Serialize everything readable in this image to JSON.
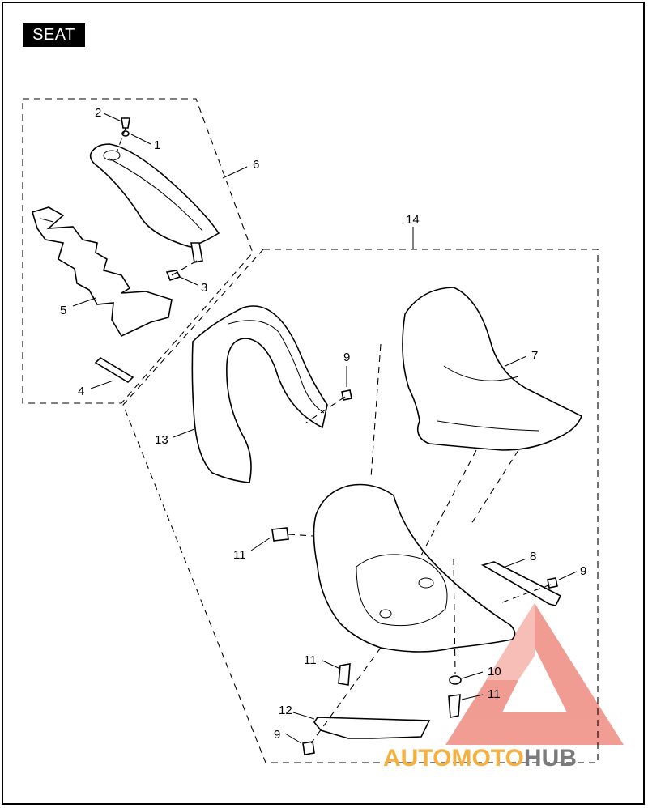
{
  "title": "SEAT",
  "callouts": {
    "c1": "1",
    "c2": "2",
    "c3": "3",
    "c4": "4",
    "c5": "5",
    "c6": "6",
    "c7": "7",
    "c8": "8",
    "c9a": "9",
    "c9b": "9",
    "c9c": "9",
    "c10": "10",
    "c11a": "11",
    "c11b": "11",
    "c11c": "11",
    "c12": "12",
    "c13": "13",
    "c14": "14"
  },
  "watermark": {
    "part1": "AUTOMOTO",
    "part2": "HUB",
    "color_orange": "#f5b041",
    "color_gray": "#7b7b7b",
    "color_red": "#e74c3c"
  }
}
